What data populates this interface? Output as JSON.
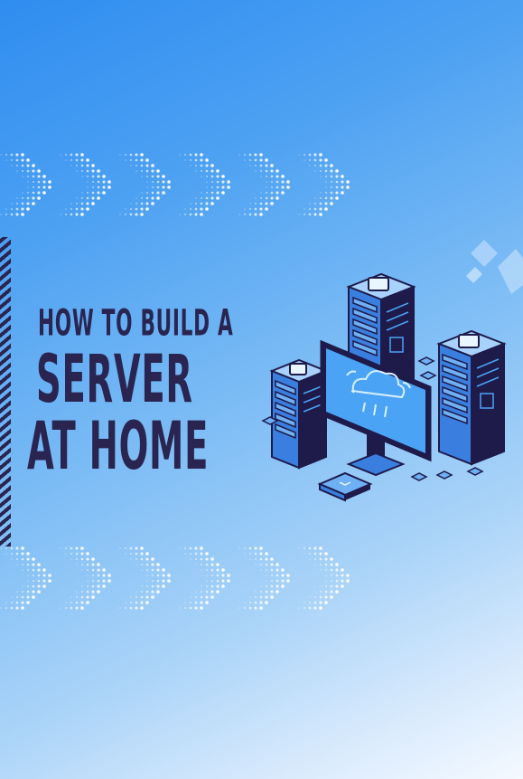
{
  "pin": {
    "title_line1": "HOW TO BUILD A",
    "title_line2": "SERVER",
    "title_line3": "AT HOME"
  },
  "illustration": {
    "name": "server-rack-cloud-illustration",
    "colors": {
      "outline": "#1e1a4a",
      "panel": "#3a7fe0",
      "panel_light": "#6fb0f5",
      "screen": "#4aa3f5",
      "cloud": "#d8f0ff"
    }
  },
  "colors": {
    "gradient_start": "#2f8df0",
    "gradient_end": "#f4f9ff",
    "title": "#2a2450",
    "chevron_dots": "#ffffff"
  }
}
